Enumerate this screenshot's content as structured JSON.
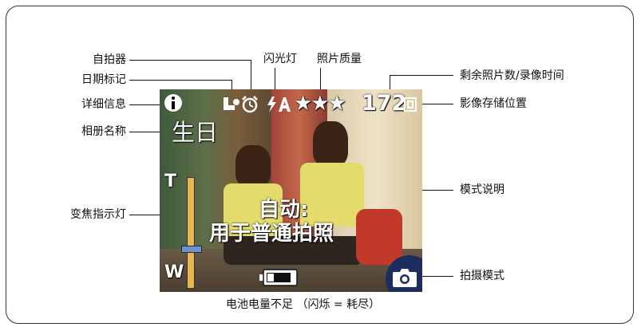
{
  "labels": {
    "self_timer": "自拍器",
    "date_stamp": "日期标记",
    "info": "详细信息",
    "album_name": "相册名称",
    "zoom_indicator": "变焦指示灯",
    "flash": "闪光灯",
    "photo_quality": "照片质量",
    "remaining": "剩余照片数/录像时间",
    "storage_location": "影像存储位置",
    "mode_description": "模式说明",
    "shooting_mode": "拍摄模式",
    "battery_low": "电池电量不足 （闪烁 = 耗尽）"
  },
  "screen": {
    "album": "生日",
    "count": "172",
    "quality_stars": "★★★",
    "zoom_top": "T",
    "zoom_bottom": "W",
    "mode_line1": "自动:",
    "mode_line2": "用于普通拍照",
    "zoom_level": 0.35
  },
  "colors": {
    "zoom_bar": "#e8b64a",
    "zoom_marker": "#6f93c9",
    "mode_badge": "#1d2e5e"
  }
}
